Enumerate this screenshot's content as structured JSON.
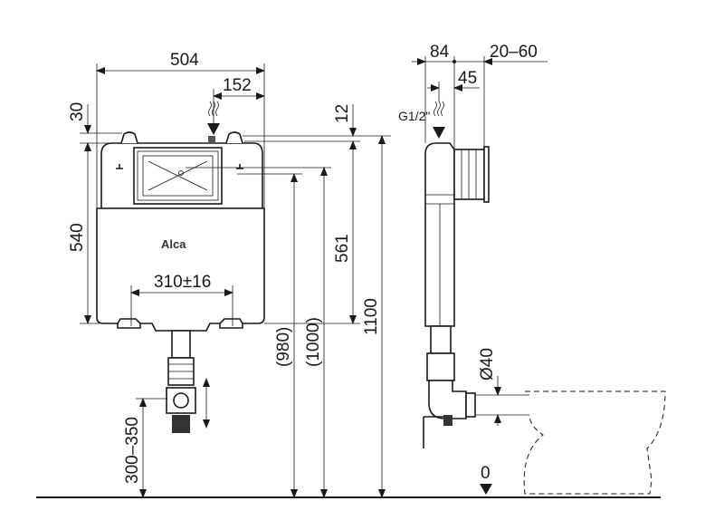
{
  "title": "Concealed cistern installation dimensions",
  "brand": "Alca",
  "front_view": {
    "width": "504",
    "inlet_offset": "152",
    "top_offset": "30",
    "tank_height": "540",
    "mount_spacing": "310±16",
    "flush_height": "300–350",
    "height_980": "(980)",
    "height_1000": "(1000)",
    "top_offset_right": "12",
    "height_561": "561",
    "total_height": "1100"
  },
  "side_view": {
    "depth": "84",
    "inlet_depth": "45",
    "frame_range": "20–60",
    "inlet_thread": "G1/2\"",
    "outlet_diameter": "Ø40",
    "floor_level": "0"
  }
}
